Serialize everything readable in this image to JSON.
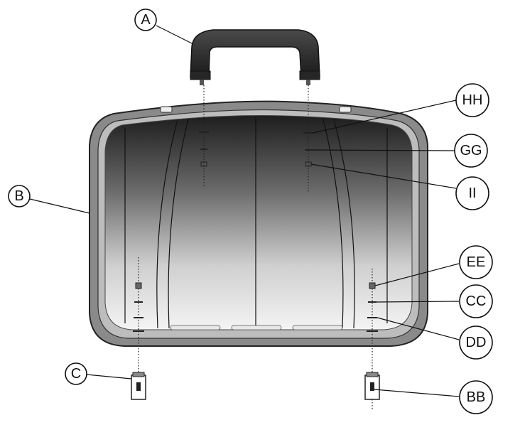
{
  "callouts": {
    "A": "A",
    "B": "B",
    "C": "C",
    "HH": "HH",
    "GG": "GG",
    "II": "II",
    "EE": "EE",
    "CC": "CC",
    "DD": "DD",
    "BB": "BB"
  },
  "colors": {
    "handle": "#2b2b2b",
    "rim": "#7a7a7a",
    "line": "#111111"
  }
}
